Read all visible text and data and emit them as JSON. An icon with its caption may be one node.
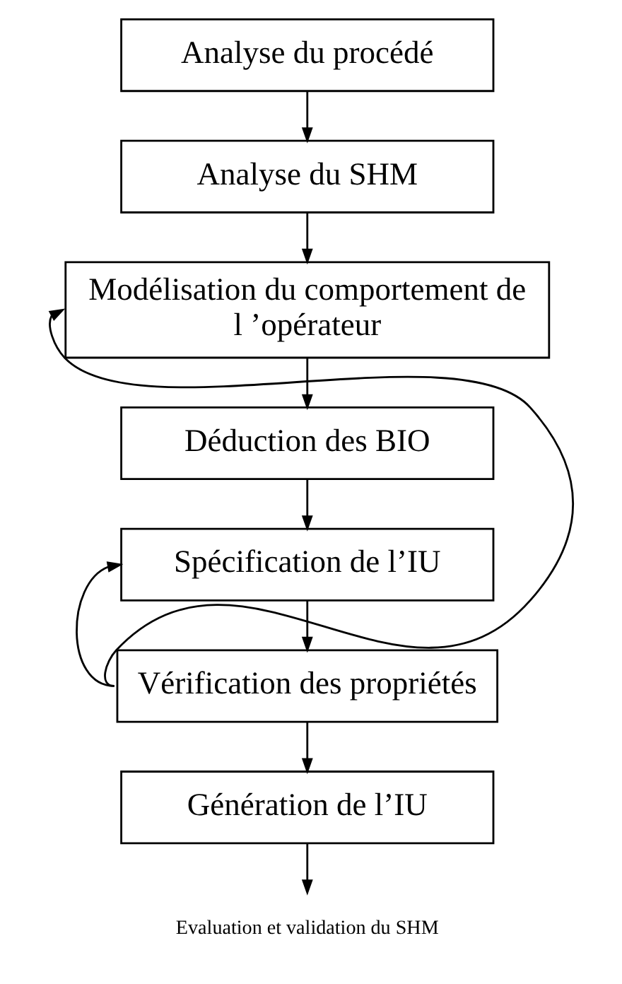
{
  "diagram": {
    "nodes": [
      {
        "text": [
          "Analyse du procédé"
        ]
      },
      {
        "text": [
          "Analyse du SHM"
        ]
      },
      {
        "text": [
          "Modélisation du comportement de l ’opérateur"
        ]
      },
      {
        "text": [
          "Déduction des BIO"
        ]
      },
      {
        "text": [
          "Spécification de l’IU"
        ]
      },
      {
        "text": [
          "Vérification des propriétés"
        ]
      },
      {
        "text": [
          "Génération de l’IU"
        ]
      },
      {
        "text": [
          "Evaluation et validation du SHM"
        ]
      }
    ],
    "edges": [
      {
        "from": 0,
        "to": 1,
        "arrow": "to"
      },
      {
        "from": 1,
        "to": 2,
        "arrow": "to"
      },
      {
        "from": 2,
        "to": 3,
        "arrow": "to"
      },
      {
        "from": 3,
        "to": 4,
        "arrow": "to"
      },
      {
        "from": 4,
        "to": 5,
        "arrow": "to"
      },
      {
        "from": 5,
        "to": 6,
        "arrow": "to"
      },
      {
        "from": 6,
        "to": 7,
        "arrow": "to"
      },
      {
        "from": 5,
        "to": 2,
        "arrow": "to"
      },
      {
        "from": 5,
        "to": 4,
        "arrow": "to"
      }
    ]
  }
}
